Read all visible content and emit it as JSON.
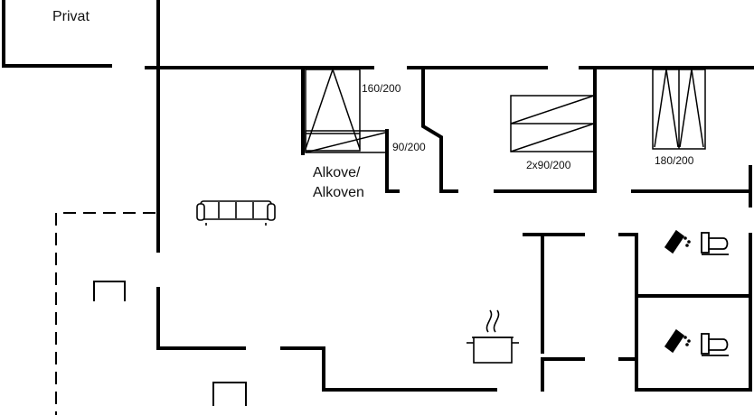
{
  "labels": {
    "privat": "Privat",
    "bed_160": "160/200",
    "bed_90": "90/200",
    "alkove_1": "Alkove/",
    "alkove_2": "Alkoven",
    "bed_2x90": "2x90/200",
    "bed_180": "180/200"
  },
  "icons": {
    "sofa": "sofa-icon",
    "cooking_pot": "cooking-pot-icon",
    "shower_1": "shower-icon",
    "toilet_1": "toilet-icon",
    "shower_2": "shower-icon",
    "toilet_2": "toilet-icon",
    "bed_single": "single-bed-icon",
    "bed_alcove": "bed-icon",
    "bed_bunk": "bunk-bed-icon",
    "bed_double": "double-bed-icon"
  },
  "colors": {
    "wall": "#000000",
    "background": "#ffffff"
  }
}
